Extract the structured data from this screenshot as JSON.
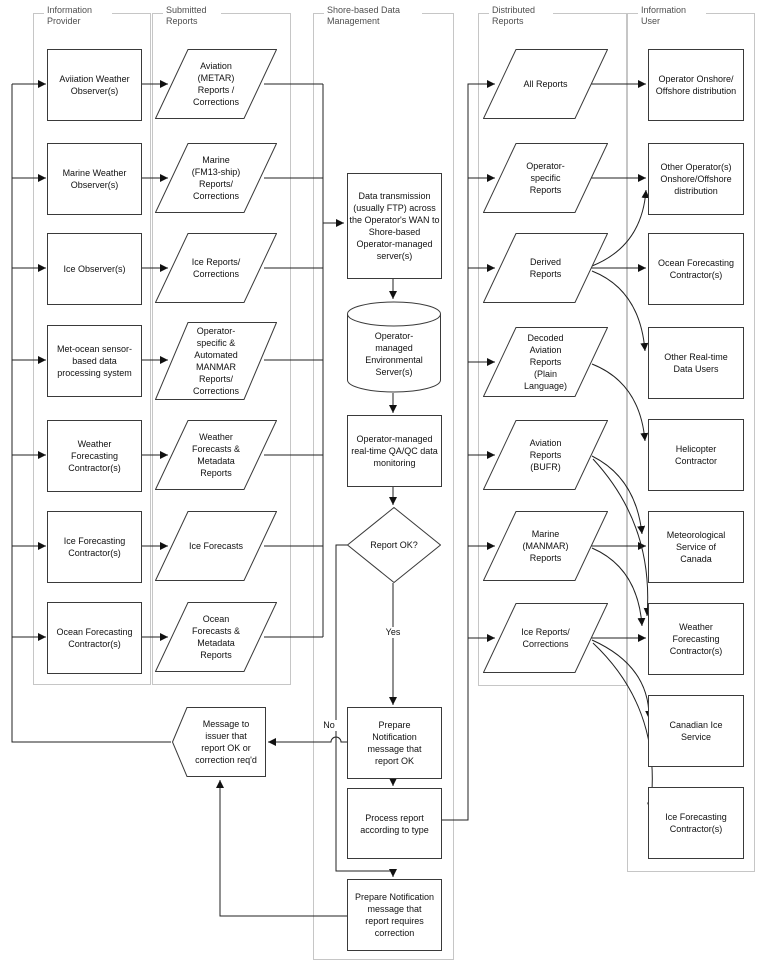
{
  "headers": {
    "information_provider": "Information\nProvider",
    "submitted_reports": "Submitted\nReports",
    "shore_based": "Shore-based Data\nManagement",
    "distributed_reports": "Distributed\nReports",
    "information_user": "Information\nUser"
  },
  "providers": [
    "Aviiation Weather Observer(s)",
    "Marine Weather Observer(s)",
    "Ice Observer(s)",
    "Met-ocean sensor-based data processing system",
    "Weather Forecasting Contractor(s)",
    "Ice Forecasting Contractor(s)",
    "Ocean Forecasting Contractor(s)"
  ],
  "submitted": [
    "Aviation (METAR) Reports / Corrections",
    "Marine (FM13-ship) Reports/ Corrections",
    "Ice Reports/ Corrections",
    "Operator-specific & Automated MANMAR Reports/ Corrections",
    "Weather Forecasts & Metadata Reports",
    "Ice Forecasts",
    "Ocean Forecasts & Metadata Reports"
  ],
  "pipeline": {
    "data_transmission": "Data transmission (usually FTP) across the Operator's WAN to Shore-based Operator-managed server(s)",
    "environmental_server": "Operator-managed Environmental Server(s)",
    "qaqc_monitoring": "Operator-managed real-time QA/QC data monitoring",
    "decision": "Report OK?",
    "yes_label": "Yes",
    "no_label": "No",
    "prepare_ok": "Prepare Notification message that report OK",
    "process_report": "Process report according to type",
    "prepare_correction": "Prepare Notification message that report requires correction",
    "message_to_issuer": "Message to issuer that report OK or correction req'd"
  },
  "distributed": [
    "All Reports",
    "Operator-specific Reports",
    "Derived Reports",
    "Decoded Aviation Reports (Plain Language)",
    "Aviation Reports (BUFR)",
    "Marine (MANMAR) Reports",
    "Ice Reports/ Corrections"
  ],
  "users": [
    "Operator Onshore/ Offshore distribution",
    "Other Operator(s) Onshore/Offshore distribution",
    "Ocean Forecasting Contractor(s)",
    "Other Real-time Data Users",
    "Helicopter Contractor",
    "Meteorological Service of Canada",
    "Weather Forecasting Contractor(s)",
    "Canadian Ice Service",
    "Ice Forecasting Contractor(s)"
  ],
  "colors": {
    "background": "#ffffff",
    "node_border": "#3a3a3a",
    "connector": "#222222",
    "container_border": "#c6c6c6",
    "title_text": "#4f4f4f"
  }
}
